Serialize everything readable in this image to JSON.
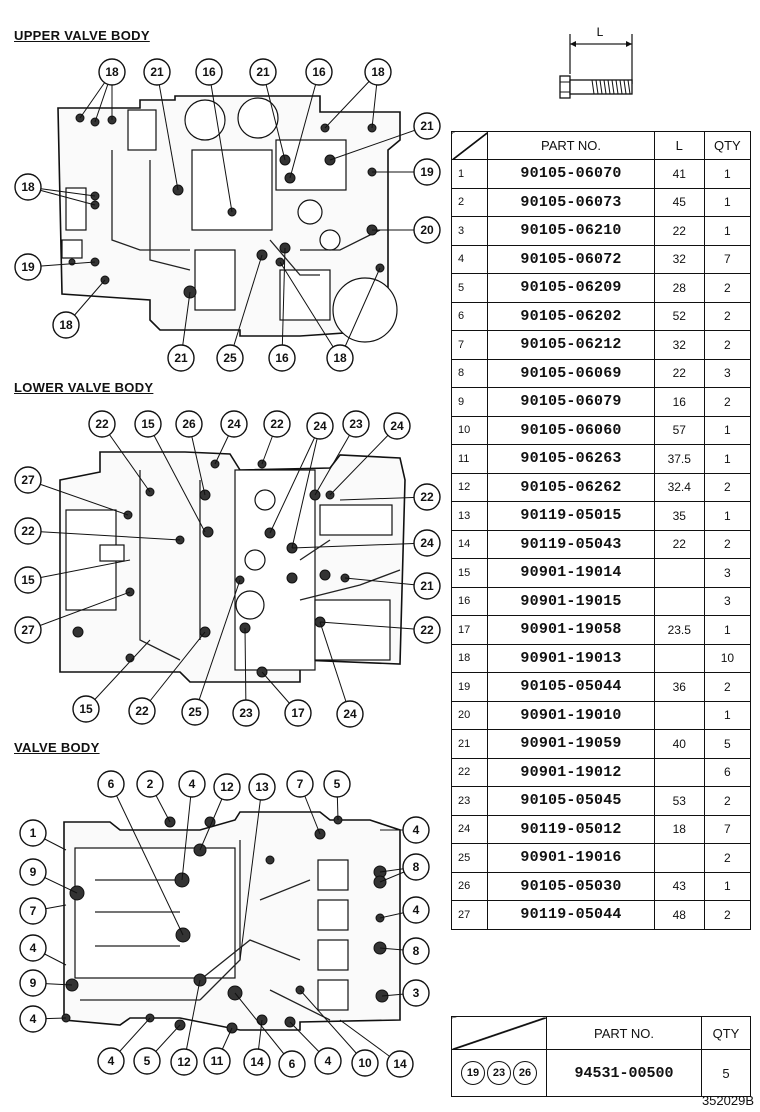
{
  "sections": {
    "upper": "UPPER VALVE BODY",
    "lower": "LOWER VALVE BODY",
    "valve": "VALVE BODY"
  },
  "legend": {
    "dimension_label": "L"
  },
  "table": {
    "headers": {
      "part_no": "PART NO.",
      "length": "L",
      "qty": "QTY"
    },
    "rows": [
      {
        "idx": "1",
        "part_no": "90105-06070",
        "length": "41",
        "qty": "1"
      },
      {
        "idx": "2",
        "part_no": "90105-06073",
        "length": "45",
        "qty": "1"
      },
      {
        "idx": "3",
        "part_no": "90105-06210",
        "length": "22",
        "qty": "1"
      },
      {
        "idx": "4",
        "part_no": "90105-06072",
        "length": "32",
        "qty": "7"
      },
      {
        "idx": "5",
        "part_no": "90105-06209",
        "length": "28",
        "qty": "2"
      },
      {
        "idx": "6",
        "part_no": "90105-06202",
        "length": "52",
        "qty": "2"
      },
      {
        "idx": "7",
        "part_no": "90105-06212",
        "length": "32",
        "qty": "2"
      },
      {
        "idx": "8",
        "part_no": "90105-06069",
        "length": "22",
        "qty": "3"
      },
      {
        "idx": "9",
        "part_no": "90105-06079",
        "length": "16",
        "qty": "2"
      },
      {
        "idx": "10",
        "part_no": "90105-06060",
        "length": "57",
        "qty": "1"
      },
      {
        "idx": "11",
        "part_no": "90105-06263",
        "length": "37.5",
        "qty": "1"
      },
      {
        "idx": "12",
        "part_no": "90105-06262",
        "length": "32.4",
        "qty": "2"
      },
      {
        "idx": "13",
        "part_no": "90119-05015",
        "length": "35",
        "qty": "1"
      },
      {
        "idx": "14",
        "part_no": "90119-05043",
        "length": "22",
        "qty": "2"
      },
      {
        "idx": "15",
        "part_no": "90901-19014",
        "length": "",
        "qty": "3"
      },
      {
        "idx": "16",
        "part_no": "90901-19015",
        "length": "",
        "qty": "3"
      },
      {
        "idx": "17",
        "part_no": "90901-19058",
        "length": "23.5",
        "qty": "1"
      },
      {
        "idx": "18",
        "part_no": "90901-19013",
        "length": "",
        "qty": "10"
      },
      {
        "idx": "19",
        "part_no": "90105-05044",
        "length": "36",
        "qty": "2"
      },
      {
        "idx": "20",
        "part_no": "90901-19010",
        "length": "",
        "qty": "1"
      },
      {
        "idx": "21",
        "part_no": "90901-19059",
        "length": "40",
        "qty": "5"
      },
      {
        "idx": "22",
        "part_no": "90901-19012",
        "length": "",
        "qty": "6"
      },
      {
        "idx": "23",
        "part_no": "90105-05045",
        "length": "53",
        "qty": "2"
      },
      {
        "idx": "24",
        "part_no": "90119-05012",
        "length": "18",
        "qty": "7"
      },
      {
        "idx": "25",
        "part_no": "90901-19016",
        "length": "",
        "qty": "2"
      },
      {
        "idx": "26",
        "part_no": "90105-05030",
        "length": "43",
        "qty": "1"
      },
      {
        "idx": "27",
        "part_no": "90119-05044",
        "length": "48",
        "qty": "2"
      }
    ]
  },
  "kit": {
    "headers": {
      "part_no": "PART NO.",
      "qty": "QTY"
    },
    "refs": [
      "19",
      "23",
      "26"
    ],
    "part_no": "94531-00500",
    "qty": "5"
  },
  "ref_code": "352029B",
  "callouts": {
    "upper": [
      "18",
      "21",
      "16",
      "21",
      "16",
      "18",
      "21",
      "19",
      "20",
      "18",
      "19",
      "18",
      "21",
      "25",
      "16",
      "18"
    ],
    "lower": [
      "22",
      "15",
      "26",
      "24",
      "22",
      "24",
      "23",
      "24",
      "27",
      "22",
      "22",
      "24",
      "15",
      "21",
      "27",
      "22",
      "15",
      "22",
      "25",
      "23",
      "17",
      "24"
    ],
    "valve": [
      "6",
      "2",
      "4",
      "12",
      "13",
      "7",
      "5",
      "1",
      "4",
      "9",
      "8",
      "7",
      "4",
      "4",
      "8",
      "9",
      "3",
      "4",
      "5",
      "12",
      "11",
      "14",
      "6",
      "4",
      "10",
      "14"
    ]
  }
}
